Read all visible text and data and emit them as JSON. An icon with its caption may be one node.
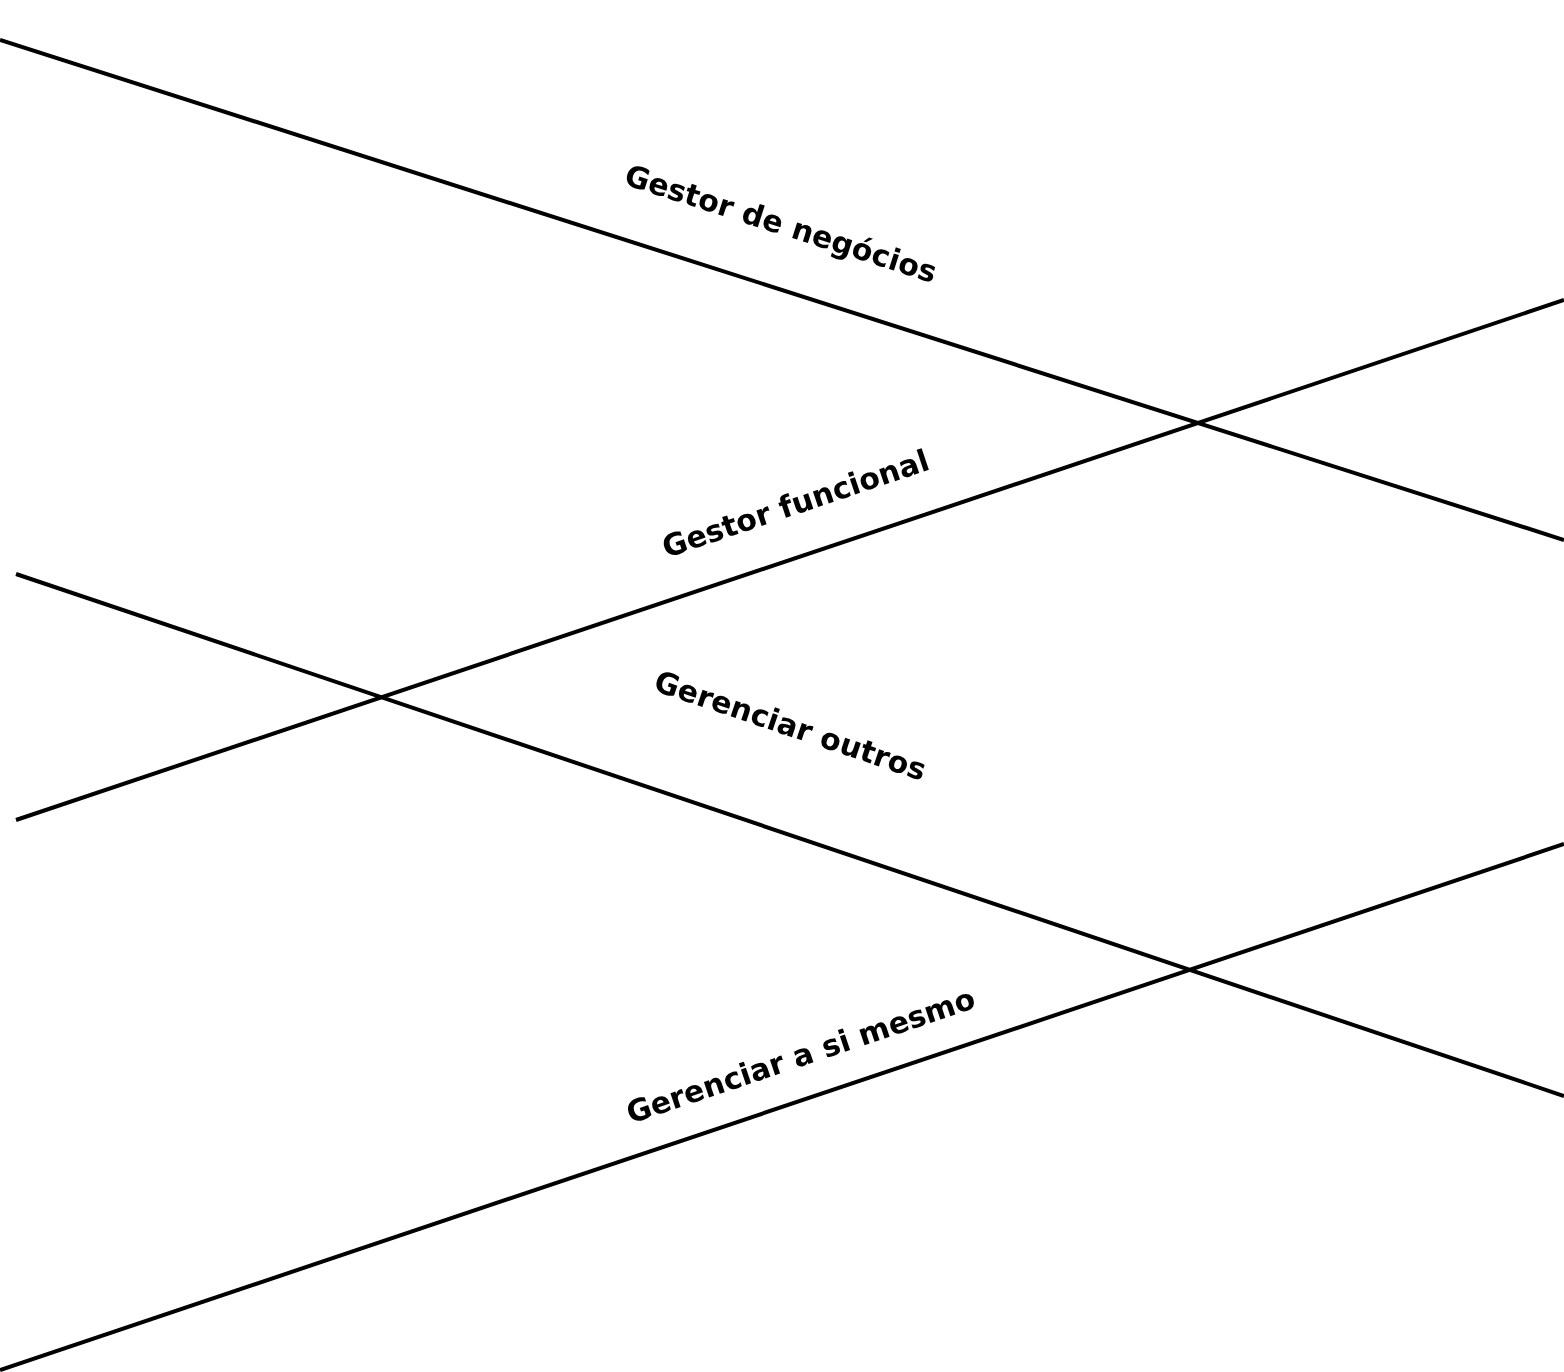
{
  "diagram": {
    "labels": [
      "Gestor de negócios",
      "Gestor funcional",
      "Gerenciar outros",
      "Gerenciar a si mesmo"
    ]
  }
}
